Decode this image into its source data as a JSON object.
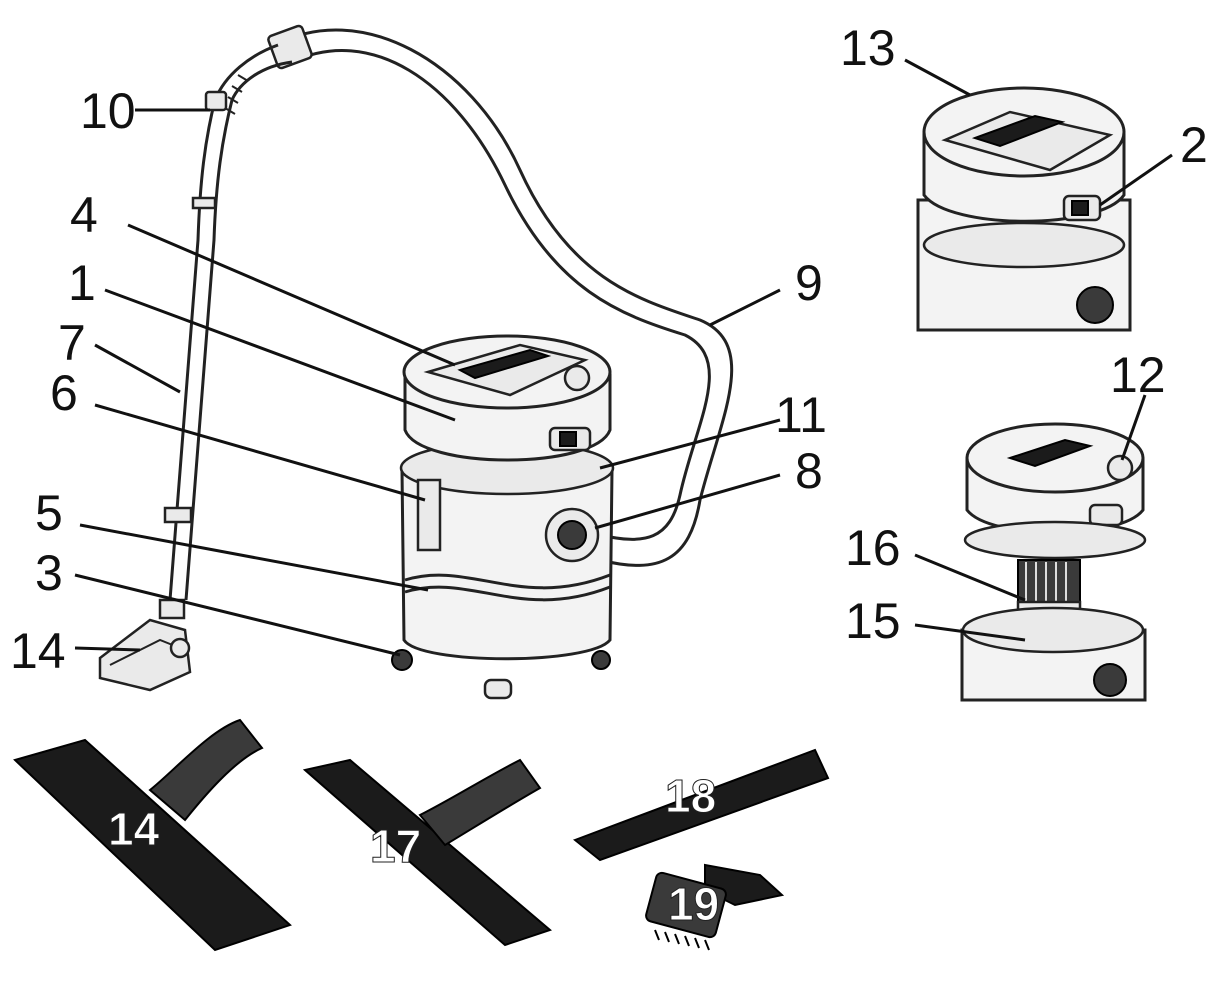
{
  "callouts": {
    "c1": "1",
    "c2": "2",
    "c3": "3",
    "c4": "4",
    "c5": "5",
    "c6": "6",
    "c7": "7",
    "c8": "8",
    "c9": "9",
    "c10": "10",
    "c11": "11",
    "c12": "12",
    "c13": "13",
    "c14": "14",
    "c15": "15",
    "c16": "16"
  },
  "accessories": {
    "a14": "14",
    "a17": "17",
    "a18": "18",
    "a19": "19"
  },
  "colors": {
    "line": "#111111",
    "accessory": "#1b1b1b",
    "background": "#ffffff"
  }
}
